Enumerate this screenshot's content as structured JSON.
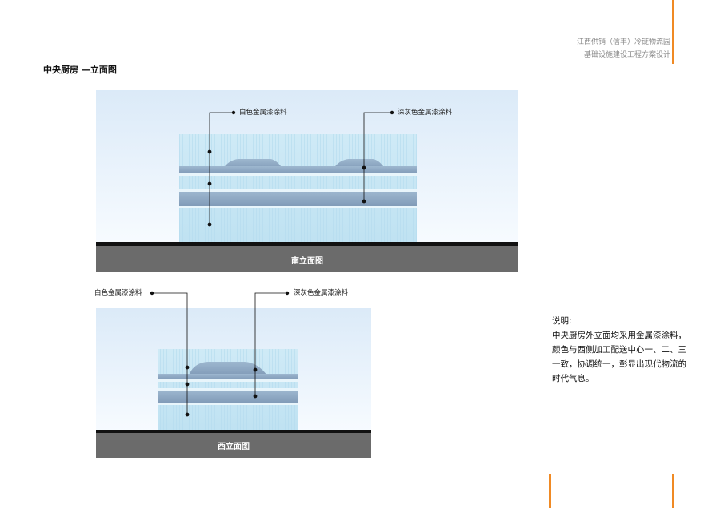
{
  "header": {
    "line1": "江西供销（信丰）冷链物流园",
    "line2": "基础设施建设工程方案设计"
  },
  "page_title": "中央厨房 —立面图",
  "south_elevation": {
    "name": "南立面图",
    "callout_left": "白色金属漆涂料",
    "callout_right": "深灰色金属漆涂料"
  },
  "west_elevation": {
    "name": "西立面图",
    "callout_left": "白色金属漆涂料",
    "callout_right": "深灰色金属漆涂料"
  },
  "description": {
    "heading": "说明:",
    "body": "中央厨房外立面均采用金属漆涂料，颜色与西侧加工配送中心一、二、三一致，协调统一，彰显出现代物流的时代气息。"
  },
  "colors": {
    "accent": "#f08a24",
    "wall_light": "#c9e8f5",
    "band_dark": "#8ea8c4",
    "ground": "#6b6b6b"
  }
}
